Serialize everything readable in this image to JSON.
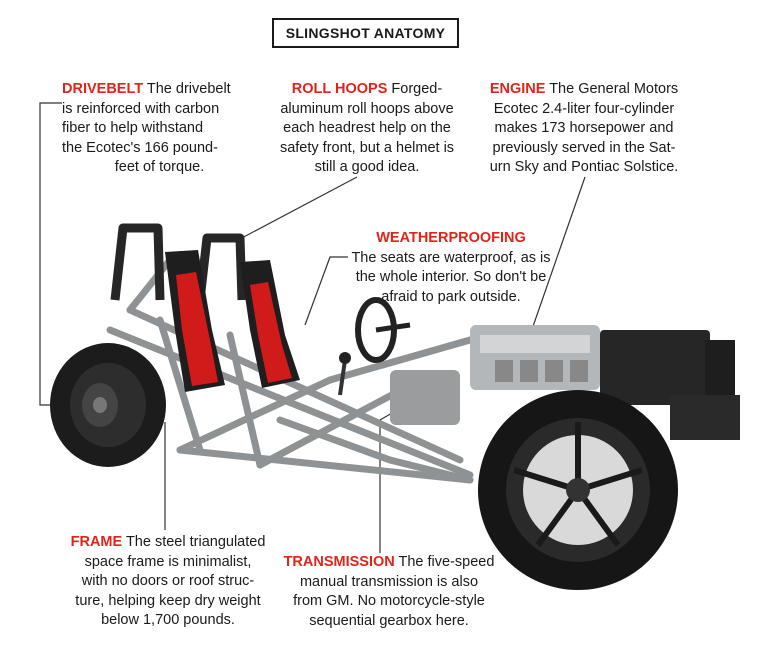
{
  "title": "SLINGSHOT ANATOMY",
  "colors": {
    "keyword": "#e2231a",
    "text": "#1a1a1a",
    "seat_red": "#d11a1a",
    "frame_grey": "#8f9294"
  },
  "callouts": {
    "drivebelt": {
      "keyword": "DRIVEBELT",
      "lines": [
        " The drivebelt",
        "is reinforced with carbon",
        "fiber to help withstand",
        "the Ecotec's 166 pound-",
        "feet of torque."
      ]
    },
    "roll_hoops": {
      "keyword": "ROLL HOOPS",
      "lines": [
        " Forged-",
        "aluminum roll hoops above",
        "each headrest help on the",
        "safety front, but a helmet is",
        "still a good idea."
      ]
    },
    "engine": {
      "keyword": "ENGINE",
      "lines": [
        " The General Motors",
        "Ecotec 2.4-liter four-cylinder",
        "makes 173 horsepower and",
        "previously served in the Sat-",
        "urn Sky and Pontiac Solstice."
      ]
    },
    "weatherproofing": {
      "keyword": "WEATHERPROOFING",
      "lines": [
        "The seats are waterproof, as is",
        "the whole interior. So don't be",
        "afraid to park outside."
      ]
    },
    "frame": {
      "keyword": "FRAME",
      "lines": [
        " The steel triangulated",
        "space frame is minimalist,",
        "with no doors or roof struc-",
        "ture, helping keep dry weight",
        "below 1,700 pounds."
      ]
    },
    "transmission": {
      "keyword": "TRANSMISSION",
      "lines": [
        " The five-speed",
        "manual transmission is also",
        "from GM. No motorcycle-style",
        "sequential gearbox here."
      ]
    }
  }
}
